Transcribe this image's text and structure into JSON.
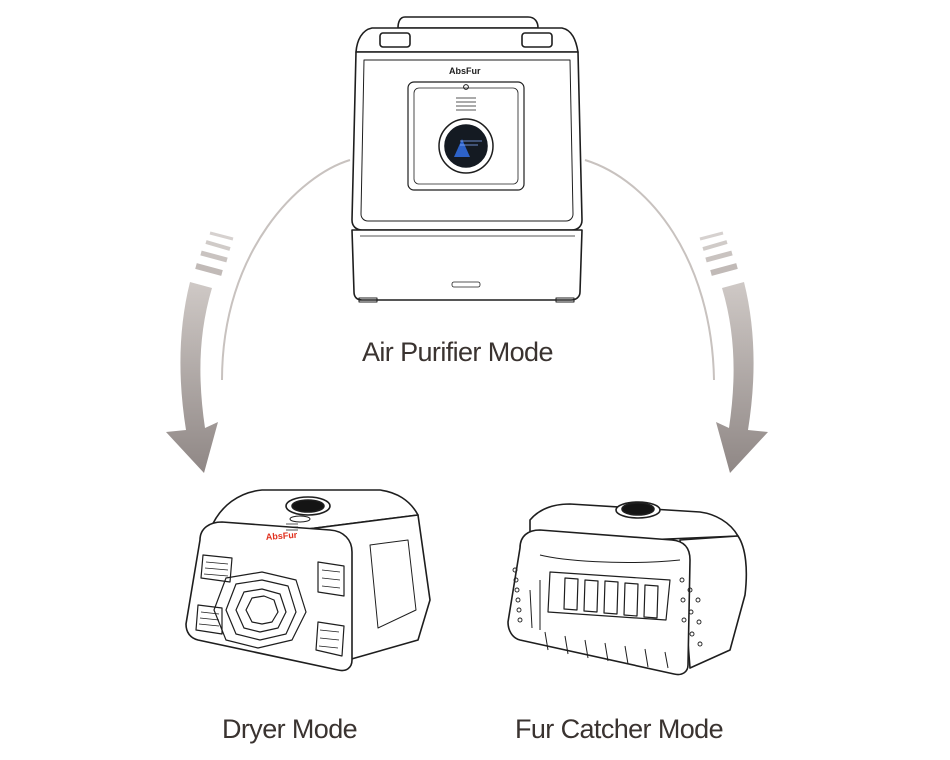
{
  "modes": {
    "air_purifier": "Air Purifier Mode",
    "dryer": "Dryer Mode",
    "fur_catcher": "Fur Catcher Mode"
  },
  "device": {
    "brand_text": "AbsFur",
    "brand_accent_color": "#e0301e"
  },
  "icons": [
    "curved-arrow-left-down-icon",
    "curved-arrow-right-down-icon"
  ],
  "colors": {
    "text": "#3a3330",
    "arrow": "#9b9391",
    "line_art": "#1e1e1e",
    "arc": "#c8c2bf"
  }
}
